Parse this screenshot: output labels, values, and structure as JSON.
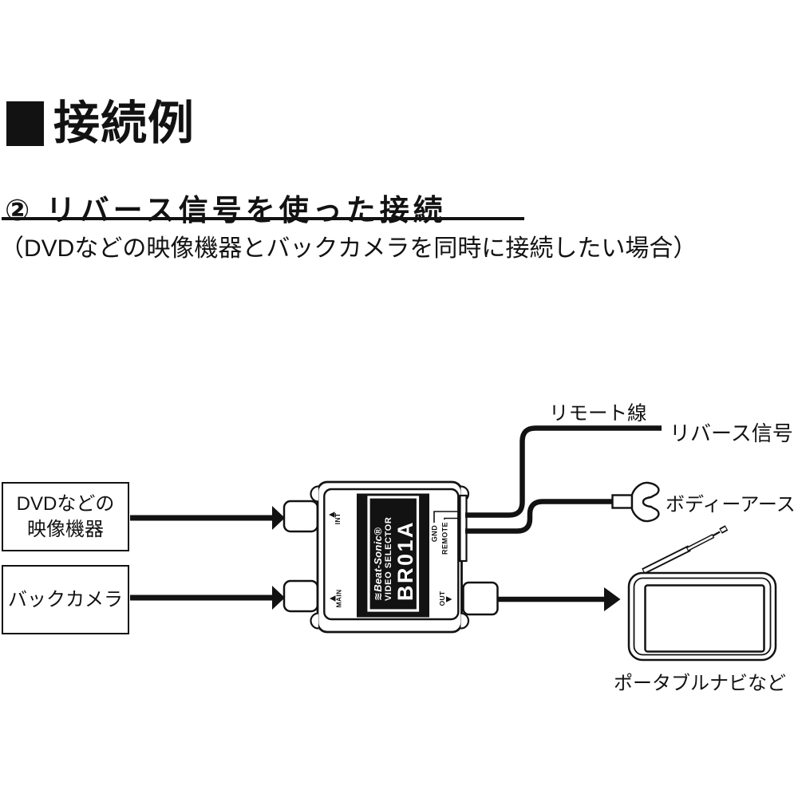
{
  "colors": {
    "ink": "#121212",
    "bg": "#ffffff",
    "band": "#121212"
  },
  "header": {
    "title": "接続例",
    "heading": "② リバース信号を使った接続",
    "note": "（DVDなどの映像機器とバックカメラを同時に接続したい場合）"
  },
  "diagram": {
    "source_boxes": [
      {
        "lines": [
          "DVDなどの",
          "映像機器"
        ]
      },
      {
        "lines": [
          "バックカメラ"
        ]
      }
    ],
    "device": {
      "logo_glyph": "≋",
      "brand": "Beat-Sonic®",
      "product": "VIDEO SELECTOR",
      "model": "BR01A",
      "port_int": "INT",
      "port_main": "MAIN",
      "port_out": "OUT",
      "terminal_gnd": "GND",
      "terminal_remote": "REMOTE"
    },
    "labels": {
      "remote_wire": "リモート線",
      "reverse_signal": "リバース信号",
      "body_earth": "ボディーアース",
      "output_device": "ポータブルナビなど"
    }
  }
}
